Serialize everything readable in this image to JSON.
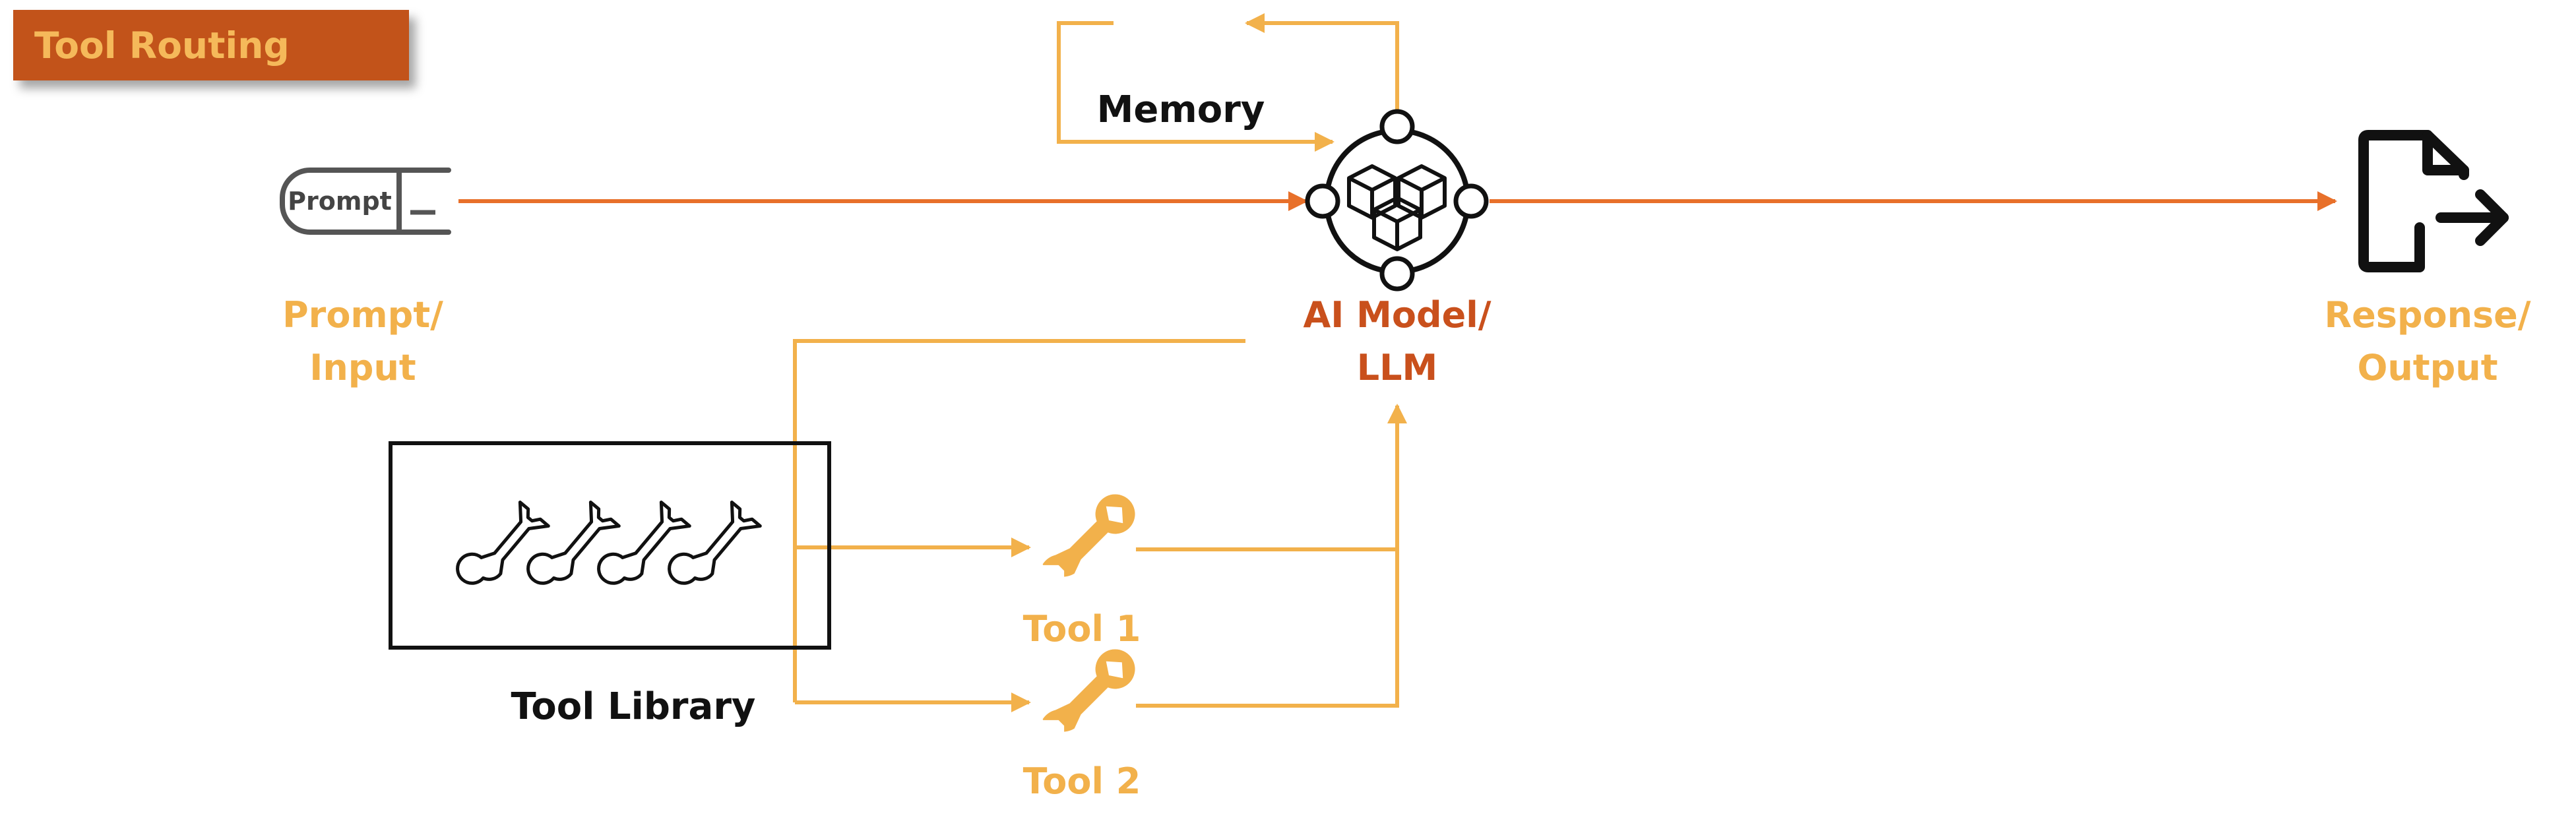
{
  "title": "Tool Routing",
  "prompt_icon_text": "Prompt",
  "labels": {
    "prompt_line1": "Prompt/",
    "prompt_line2": "Input",
    "memory": "Memory",
    "model_line1": "AI Model/",
    "model_line2": "LLM",
    "response_line1": "Response/",
    "response_line2": "Output",
    "tool_library": "Tool Library",
    "tool1": "Tool 1",
    "tool2": "Tool 2"
  },
  "colors": {
    "title_bg": "#c2531a",
    "title_text": "#f5b95a",
    "main_flow": "#e8702a",
    "tool_flow": "#f2b14b",
    "model_label": "#c9501c",
    "icon_stroke": "#111111"
  },
  "icons": [
    "prompt-terminal-icon",
    "ai-model-cubes-icon",
    "response-export-icon",
    "wrench-icon"
  ]
}
